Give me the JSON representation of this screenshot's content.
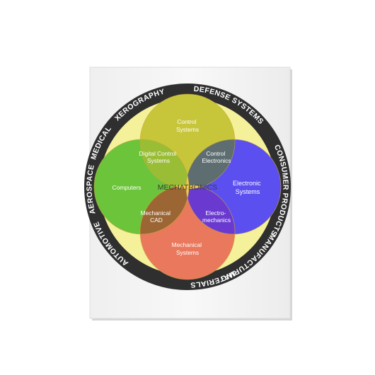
{
  "ring_labels": [
    "AUTOMOTIVE",
    "AEROSPACE",
    "MEDICAL",
    "XEROGRAPHY",
    "DEFENSE SYSTEMS",
    "CONSUMER PRODUCTS",
    "MANUFACTURING",
    "MATERIALS PROCESSING"
  ],
  "circles": {
    "control": [
      "Control",
      "Systems"
    ],
    "electronic": [
      "Electronic",
      "Systems"
    ],
    "mechanical": [
      "Mechanical",
      "Systems"
    ],
    "computers": [
      "Computers"
    ]
  },
  "overlaps": {
    "digital_control": [
      "Digital Control",
      "Systems"
    ],
    "control_electronics": [
      "Control",
      "Electronics"
    ],
    "mechanical_cad": [
      "Mechanical",
      "CAD"
    ],
    "electromechanics": [
      "Electro-",
      "mechanics"
    ]
  },
  "center": "MECHATRONICS",
  "colors": {
    "ring": "#2f2f2f",
    "yellow_disk": "#f5f19a",
    "control": "#c7c63a",
    "electronic": "#5b4ff0",
    "mechanical": "#e9785d",
    "computers": "#6cc43b",
    "digital_control": "#99bd35",
    "control_electronics": "#5d6d70",
    "mechanical_cad": "#9b6633",
    "electromechanics": "#6a3ad0",
    "center": "#f0cc45"
  }
}
